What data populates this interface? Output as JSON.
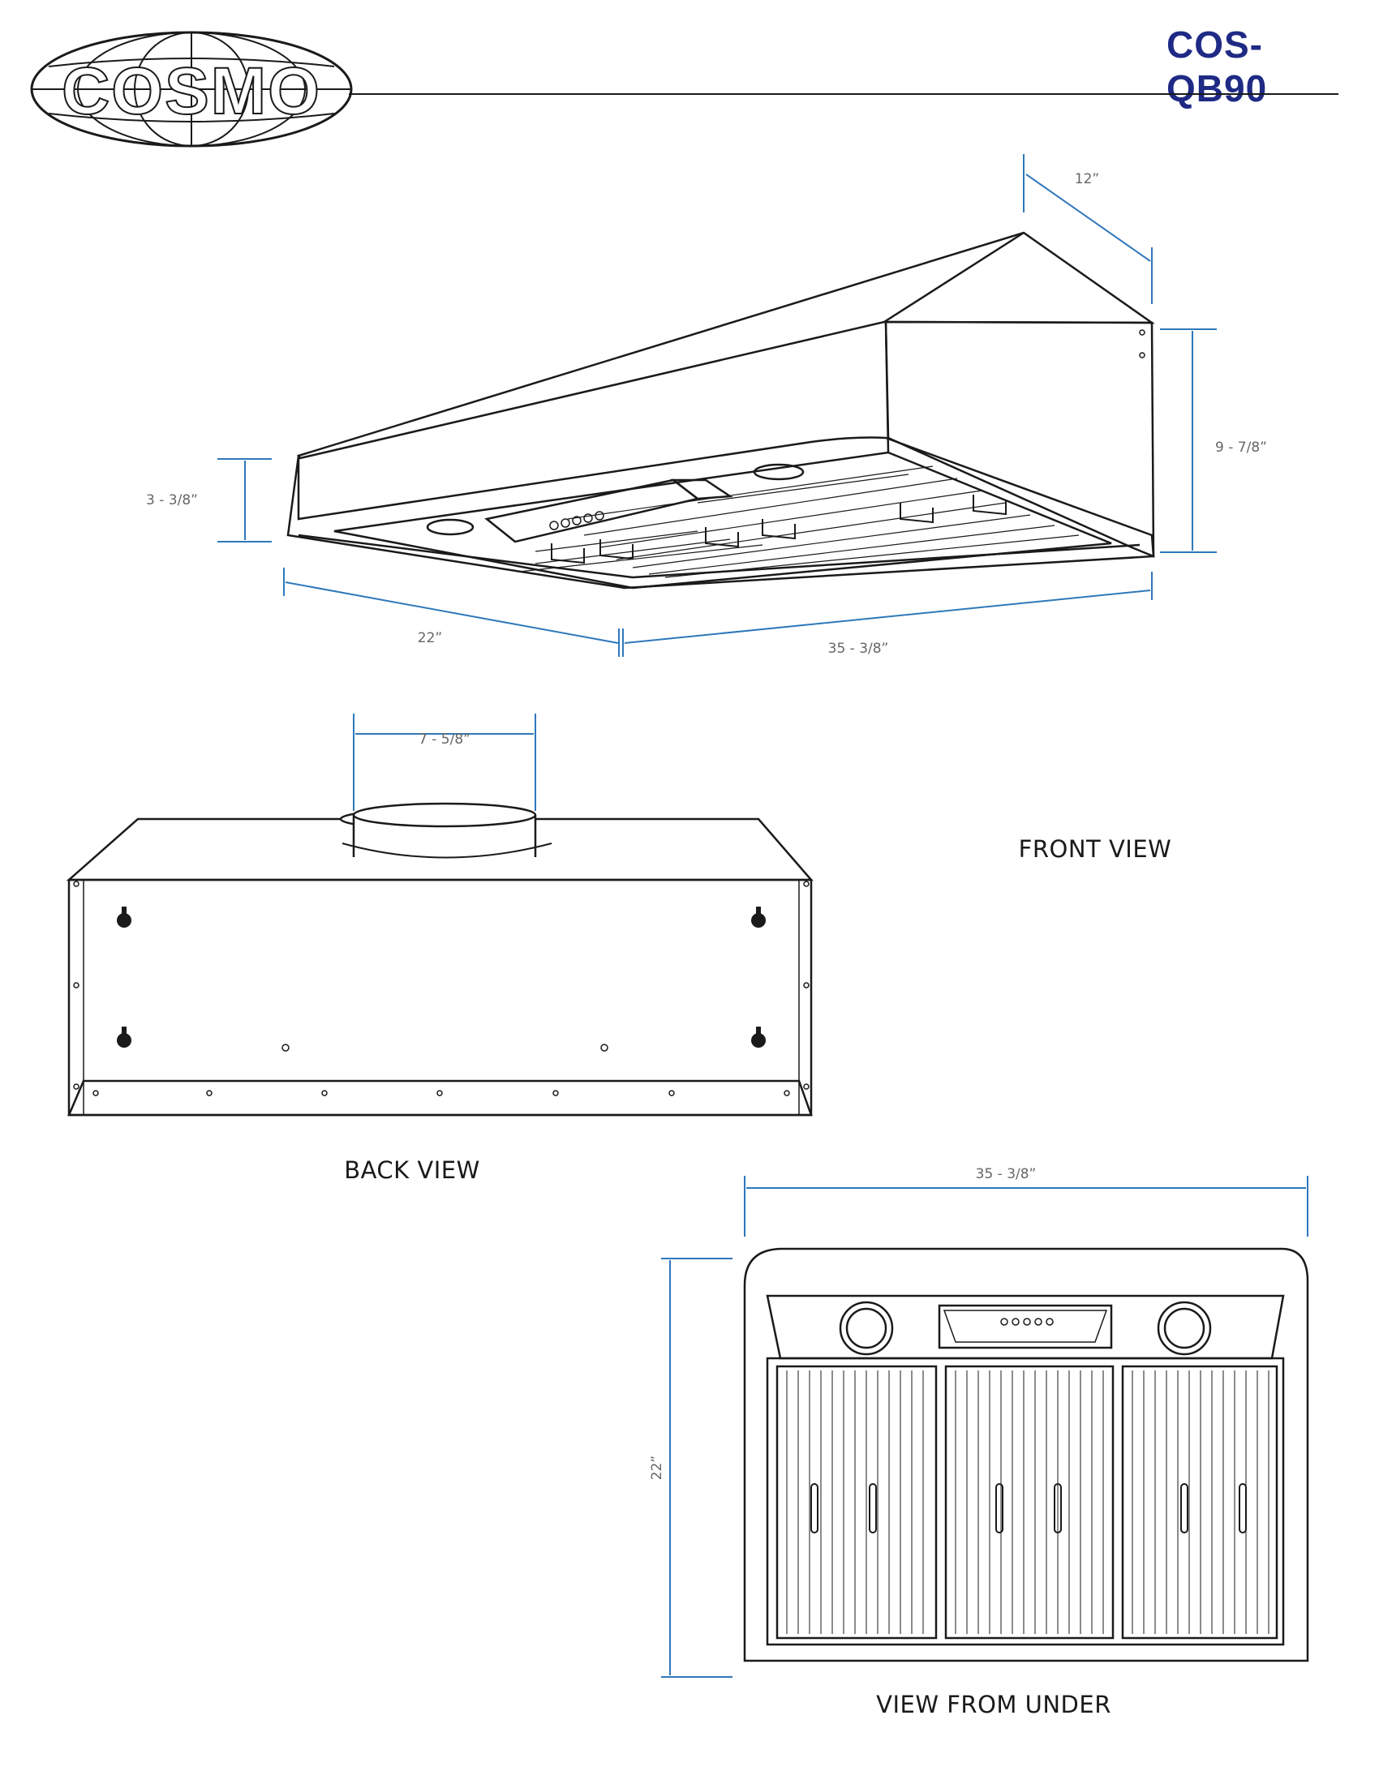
{
  "brand": {
    "name": "COSMO",
    "model": "COS-QB90"
  },
  "colors": {
    "model_text": "#1f2a85",
    "dimension_line": "#2e78bb",
    "drawing_line": "#1a1a1a"
  },
  "views": {
    "front": "FRONT VIEW",
    "back": "BACK VIEW",
    "under": "VIEW FROM UNDER"
  },
  "dimensions": {
    "depth_top": "12”",
    "height_back": "9 - 7/8”",
    "height_front": "3 - 3/8”",
    "depth_side": "22”",
    "width_front": "35 - 3/8”",
    "duct_diameter": "7 - 5/8”",
    "width_under": "35 - 3/8”",
    "depth_under": "22”"
  },
  "control_buttons": 5
}
